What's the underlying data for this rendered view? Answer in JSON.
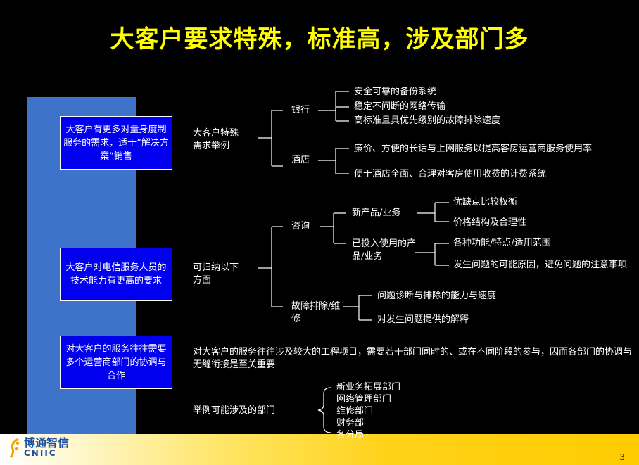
{
  "title": "大客户要求特殊，标准高，涉及部门多",
  "left_boxes": [
    "大客户有更多对量身度制服务的需求，适于“解决方案”销售",
    "大客户对电信服务人员的技术能力有更高的要求",
    "对大客户的服务往往需要多个运营商部门的协调与合作"
  ],
  "section1": {
    "label": "大客户特殊需求举例",
    "bank": {
      "label": "银行",
      "items": [
        "安全可靠的备份系统",
        "稳定不间断的网络传输",
        "高标准且具优先级别的故障排除速度"
      ]
    },
    "hotel": {
      "label": "酒店",
      "items": [
        "廉价、方便的长话与上网服务以提高客房运营商服务使用率",
        "便于酒店全面、合理对客房使用收费的计费系统"
      ]
    }
  },
  "section2": {
    "label": "可归纳以下方面",
    "consult": {
      "label": "咨询",
      "new_product": {
        "label": "新产品/业务",
        "items": [
          "优缺点比较权衡",
          "价格结构及合理性"
        ]
      },
      "existing_product": {
        "label": "已投入使用的产品/业务",
        "items": [
          "各种功能/特点/适用范围",
          "发生问题的可能原因，避免问题的注意事项"
        ]
      }
    },
    "fault": {
      "label": "故障排除/维修",
      "items": [
        "问题诊断与排除的能力与速度",
        "对发生问题提供的解释"
      ]
    }
  },
  "section3": {
    "text": "对大客户的服务往往涉及较大的工程项目，需要若干部门同时的、或在不同阶段的参与，因而各部门的协调与无缝衔接是至关重要",
    "example_label": "举例可能涉及的部门",
    "departments": [
      "新业务拓展部门",
      "网络管理部门",
      "维修部门",
      "财务部",
      "各分局"
    ]
  },
  "footer": {
    "logo_cn": "博通智信",
    "logo_en": "CNIIC",
    "page_number": "3"
  },
  "colors": {
    "title": "#ffff00",
    "sidebar": "#3d73c9",
    "box": "#0000ee",
    "footer_gold": "#ffcc00"
  }
}
